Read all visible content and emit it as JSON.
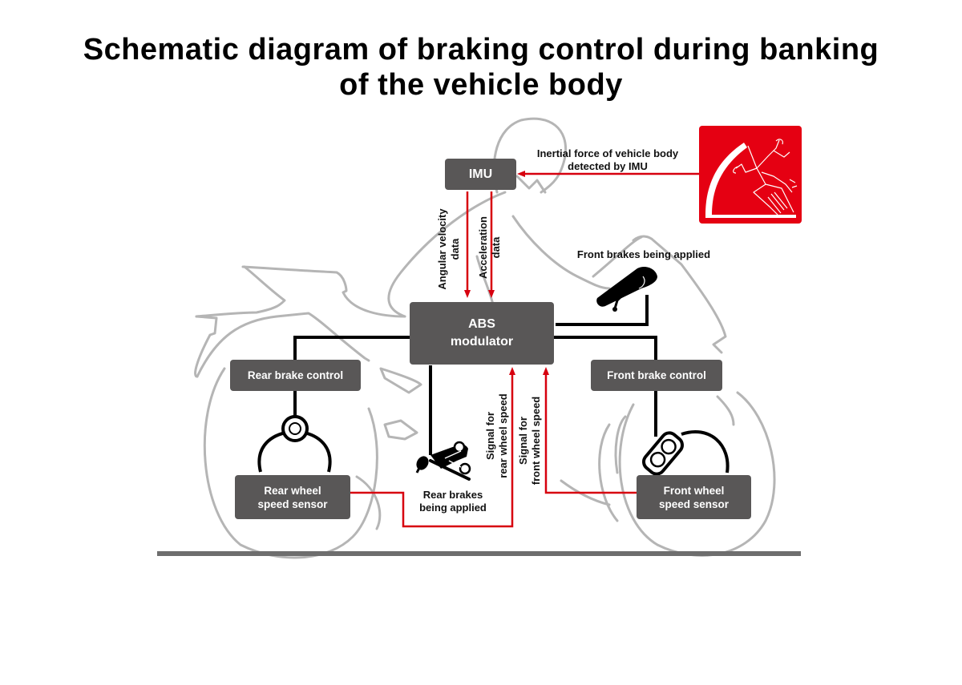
{
  "title": {
    "line1": "Schematic diagram of braking control during banking",
    "line2": "of the vehicle body"
  },
  "colors": {
    "box_fill": "#595757",
    "signal_red": "#d7000f",
    "outline_gray": "#b5b5b5",
    "ground": "#6e6e6e",
    "badge_red": "#e50012"
  },
  "nodes": {
    "imu": "IMU",
    "abs_line1": "ABS",
    "abs_line2": "modulator",
    "rear_brake_control": "Rear brake control",
    "front_brake_control": "Front brake control",
    "rear_sensor_line1": "Rear wheel",
    "rear_sensor_line2": "speed sensor",
    "front_sensor_line1": "Front wheel",
    "front_sensor_line2": "speed sensor"
  },
  "labels": {
    "inertial_line1": "Inertial force of vehicle body",
    "inertial_line2": "detected by IMU",
    "angular_line1": "Angular velocity",
    "angular_line2": "data",
    "accel_line1": "Acceleration",
    "accel_line2": "data",
    "front_brakes_applied": "Front brakes being applied",
    "rear_brakes_line1": "Rear brakes",
    "rear_brakes_line2": "being applied",
    "signal_rear_line1": "Signal for",
    "signal_rear_line2": "rear wheel speed",
    "signal_front_line1": "Signal for",
    "signal_front_line2": "front wheel speed"
  },
  "icons": {
    "banking_badge": "motorcycle-banking-icon",
    "front_lever": "brake-lever-icon",
    "rear_pedal": "brake-pedal-icon",
    "rear_caliper": "rear-caliper-icon",
    "front_caliper": "front-caliper-icon"
  }
}
